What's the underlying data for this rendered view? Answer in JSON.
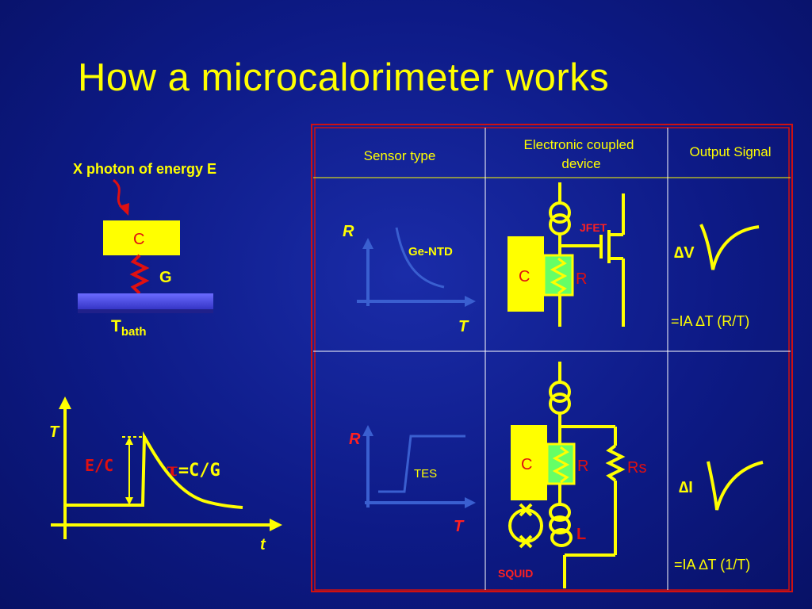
{
  "slide": {
    "title": "How a microcalorimeter works"
  },
  "left_panel": {
    "photon_label": "X photon of energy E",
    "absorber_label": "C",
    "link_label": "G",
    "bath_label_main": "T",
    "bath_label_sub": "bath",
    "plot": {
      "y_axis_label": "T",
      "x_axis_label": "t",
      "height_label": "E/C",
      "tau_symbol": "τ",
      "tau_formula": "=C/G"
    }
  },
  "table": {
    "headers": [
      "Sensor type",
      "Electronic coupled device",
      "Output Signal"
    ],
    "header_device_line1": "Electronic coupled",
    "header_device_line2": "device",
    "rows": [
      {
        "sensor_axis_y": "R",
        "sensor_axis_x": "T",
        "sensor_name": "Ge-NTD",
        "device_labels": {
          "capacitor": "C",
          "resistor": "R",
          "amplifier": "JFET"
        },
        "output_delta": "∆",
        "output_quantity": "V",
        "output_formula_pre": "=IA ",
        "output_formula_delta": "∆",
        "output_formula_post": "T (R/T)"
      },
      {
        "sensor_axis_y": "R",
        "sensor_axis_x": "T",
        "sensor_name": "TES",
        "device_labels": {
          "capacitor": "C",
          "resistor": "R",
          "shunt": "Rs",
          "inductor": "L",
          "amplifier": "SQUID"
        },
        "output_delta": "∆",
        "output_quantity": "I",
        "output_formula_pre": "=IA ",
        "output_formula_delta": "∆",
        "output_formula_post": "T (1/T)"
      }
    ]
  },
  "colors": {
    "background": "#0d1a86",
    "text_yellow": "#ffff00",
    "line_yellow": "#ffff00",
    "axis_blue": "#3a5fd0",
    "border_red": "#d01010",
    "spring_red": "#e01010",
    "bath_blue": "#4a4ae0",
    "sensor_green": "#66ff66",
    "label_red": "#ff2020"
  }
}
